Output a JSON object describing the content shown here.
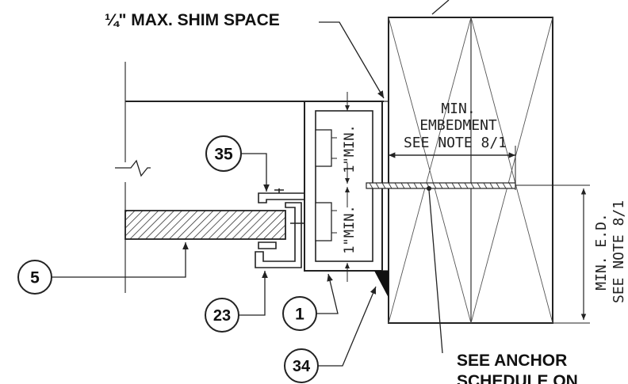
{
  "labels": {
    "shim_space": "¼\" MAX. SHIM SPACE",
    "embedment_line1": "MIN.",
    "embedment_line2": "EMBEDMENT",
    "embedment_line3": "SEE NOTE 8/1",
    "min_upper": "1\"MIN.",
    "min_lower": "1\"MIN.",
    "edge_distance_line1": "MIN. E.D.",
    "edge_distance_line2": "SEE NOTE 8/1",
    "anchor_line1": "SEE ANCHOR",
    "anchor_line2": "SCHEDULE ON"
  },
  "callouts": {
    "c35": "35",
    "c5": "5",
    "c23": "23",
    "c1": "1",
    "c34": "34"
  }
}
